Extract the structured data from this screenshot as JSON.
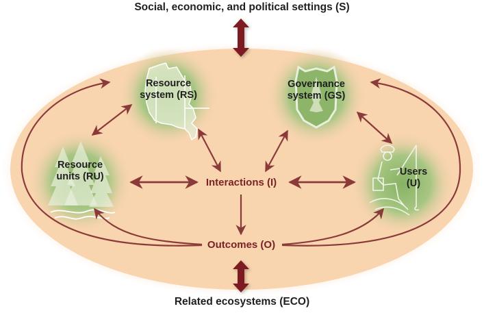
{
  "diagram": {
    "title_top": "Social, economic, and political settings (S)",
    "title_bottom": "Related ecosystems (ECO)",
    "nodes": {
      "resource_system": {
        "line1": "Resource",
        "line2": "system (RS)",
        "icon": "map-outline-icon"
      },
      "governance_system": {
        "line1": "Governance",
        "line2": "system (GS)",
        "icon": "shield-tree-badge-icon"
      },
      "resource_units": {
        "line1": "Resource",
        "line2": "units (RU)",
        "icon": "trees-river-icon"
      },
      "users": {
        "line1": "Users",
        "line2": "(U)",
        "icon": "fisherman-icon"
      },
      "interactions": {
        "label": "Interactions (I)"
      },
      "outcomes": {
        "label": "Outcomes (O)"
      }
    },
    "edges": [
      {
        "from": "RS",
        "to": "RU",
        "type": "bidirectional"
      },
      {
        "from": "RS",
        "to": "I",
        "type": "bidirectional"
      },
      {
        "from": "GS",
        "to": "I",
        "type": "bidirectional"
      },
      {
        "from": "GS",
        "to": "U",
        "type": "bidirectional"
      },
      {
        "from": "RU",
        "to": "I",
        "type": "bidirectional"
      },
      {
        "from": "I",
        "to": "U",
        "type": "bidirectional"
      },
      {
        "from": "I",
        "to": "O",
        "type": "directed"
      },
      {
        "from": "O",
        "to": "RS",
        "type": "directed"
      },
      {
        "from": "O",
        "to": "RU",
        "type": "directed"
      },
      {
        "from": "O",
        "to": "GS",
        "type": "directed"
      },
      {
        "from": "O",
        "to": "U",
        "type": "directed"
      },
      {
        "from": "S",
        "to": "system",
        "type": "bidirectional"
      },
      {
        "from": "system",
        "to": "ECO",
        "type": "bidirectional"
      }
    ],
    "colors": {
      "ellipse": "#f8d3ad",
      "node_glow": "#8db56a",
      "arrow": "#8b3a3a",
      "big_arrow": "#7b1c22",
      "core_text": "#7a2326",
      "text": "#1f1f1f"
    }
  }
}
